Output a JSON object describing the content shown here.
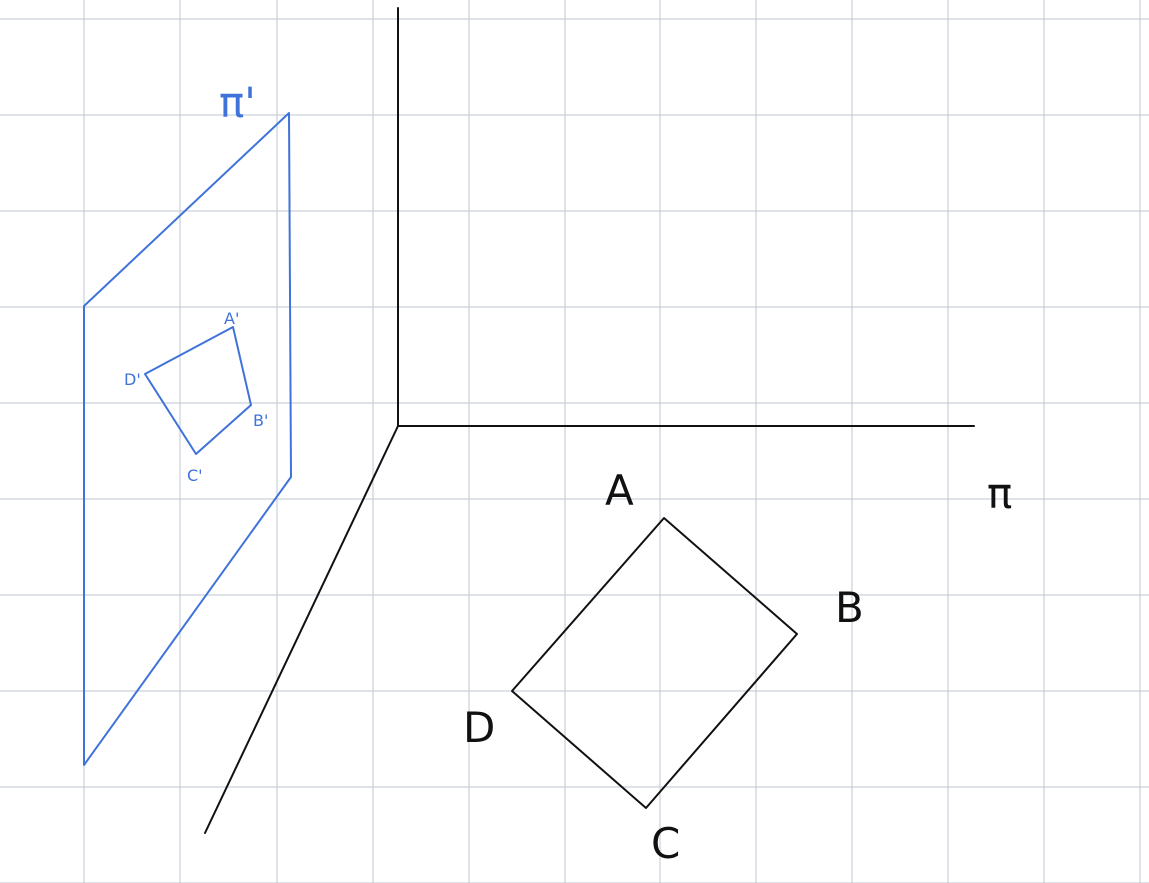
{
  "diagram": {
    "colors": {
      "background": "#ffffff",
      "grid": "#bcc7d3",
      "axes": "#111111",
      "original_shape": "#111111",
      "projection": "#3f73d9"
    },
    "labels": {
      "plane_pi": "π",
      "plane_pi_prime": "π'",
      "A": "A",
      "B": "B",
      "C": "C",
      "D": "D",
      "A_prime": "A'",
      "B_prime": "B'",
      "C_prime": "C'",
      "D_prime": "D'"
    }
  }
}
